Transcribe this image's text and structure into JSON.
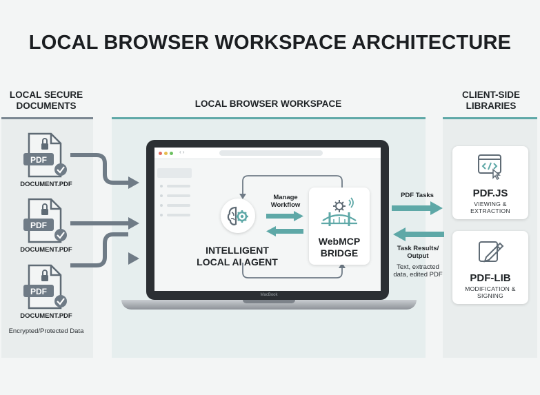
{
  "title": "LOCAL BROWSER WORKSPACE ARCHITECTURE",
  "columns": {
    "left": "LOCAL SECURE DOCUMENTS",
    "middle": "LOCAL BROWSER WORKSPACE",
    "right": "CLIENT-SIDE LIBRARIES"
  },
  "documents": [
    {
      "badge": "PDF",
      "label": "DOCUMENT.PDF"
    },
    {
      "badge": "PDF",
      "label": "DOCUMENT.PDF"
    },
    {
      "badge": "PDF",
      "label": "DOCUMENT.PDF"
    }
  ],
  "documents_note": "Encrypted/Protected Data",
  "laptop_brand": "MacBook",
  "agent": {
    "label": "INTELLIGENT LOCAL AI AGENT"
  },
  "bridge": {
    "label": "WebMCP BRIDGE"
  },
  "manage_workflow": "Manage Workflow",
  "pdf_tasks": "PDF Tasks",
  "task_results": "Task Results/ Output",
  "outputs_note": "Text, extracted data, edited PDF",
  "libraries": [
    {
      "name": "PDF.JS",
      "desc": "VIEWING & EXTRACTION"
    },
    {
      "name": "PDF-LIB",
      "desc": "MODIFICATION & SIGNING"
    }
  ],
  "colors": {
    "teal": "#5ea8a7",
    "slate": "#6f7b86",
    "dark": "#2b2f33"
  }
}
